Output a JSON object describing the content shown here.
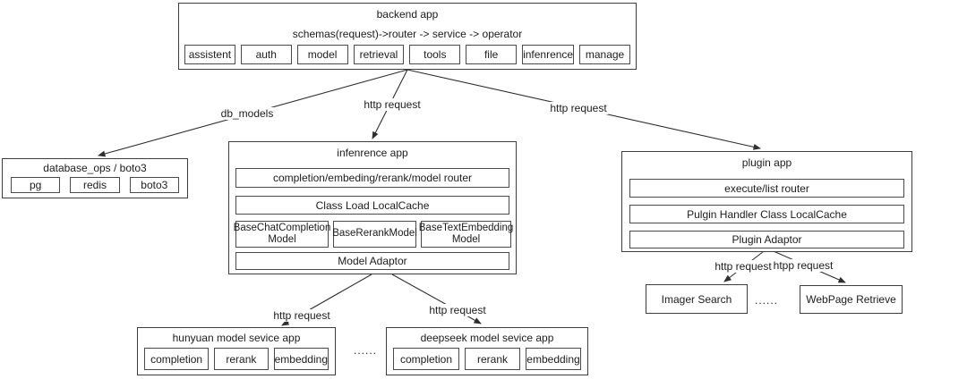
{
  "diagram": {
    "backend_app": {
      "title": "backend app",
      "flow": "schemas(request)->router -> service -> operator",
      "modules": [
        "assistent",
        "auth",
        "model",
        "retrieval",
        "tools",
        "file",
        "infenrence",
        "manage"
      ]
    },
    "database_ops": {
      "title": "database_ops / boto3",
      "modules": [
        "pg",
        "redis",
        "boto3"
      ]
    },
    "inference_app": {
      "title": "infenrence app",
      "router": "completion/embeding/rerank/model router",
      "cache": "Class Load LocalCache",
      "models": [
        "BaseChatCompletion Model",
        "BaseRerankModel",
        "BaseTextEmbedding Model"
      ],
      "adaptor": "Model Adaptor"
    },
    "plugin_app": {
      "title": "plugin app",
      "router": "execute/list router",
      "cache": "Pulgin Handler Class LocalCache",
      "adaptor": "Plugin Adaptor"
    },
    "hunyuan_app": {
      "title": "hunyuan model sevice app",
      "modules": [
        "completion",
        "rerank",
        "embedding"
      ]
    },
    "deepseek_app": {
      "title": "deepseek model sevice app",
      "modules": [
        "completion",
        "rerank",
        "embedding"
      ]
    },
    "imager_search": "Imager Search",
    "webpage_retrieve": "WebPage Retrieve",
    "ellipsis_models": "......",
    "ellipsis_plugins": "......",
    "edge_labels": {
      "db_models": "db_models",
      "backend_to_inference": "http request",
      "backend_to_plugin": "http request",
      "inference_to_hunyuan": "http request",
      "inference_to_deepseek": "http request",
      "plugin_to_imager": "http request",
      "plugin_to_webpage": "htpp request"
    },
    "colors": {
      "line": "#2f2f2f",
      "border": "#3d3d3d",
      "background": "#ffffff",
      "text": "#1c1c1c"
    }
  }
}
